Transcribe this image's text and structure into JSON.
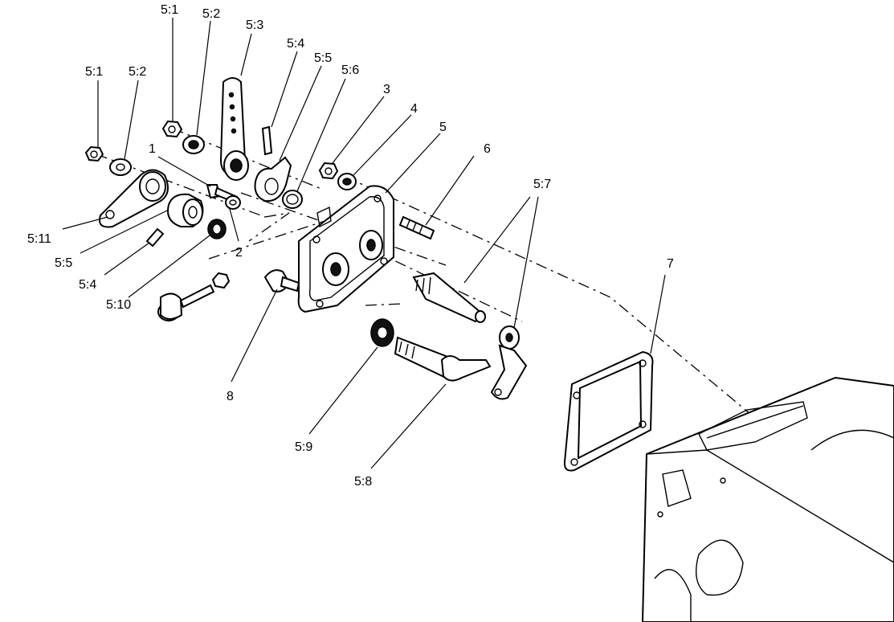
{
  "diagram": {
    "labels": [
      {
        "id": "l-51a",
        "text": "5:1"
      },
      {
        "id": "l-52a",
        "text": "5:2"
      },
      {
        "id": "l-53",
        "text": "5:3"
      },
      {
        "id": "l-54a",
        "text": "5:4"
      },
      {
        "id": "l-55a",
        "text": "5:5"
      },
      {
        "id": "l-56",
        "text": "5:6"
      },
      {
        "id": "l-3",
        "text": "3"
      },
      {
        "id": "l-4",
        "text": "4"
      },
      {
        "id": "l-5",
        "text": "5"
      },
      {
        "id": "l-6",
        "text": "6"
      },
      {
        "id": "l-57",
        "text": "5:7"
      },
      {
        "id": "l-7",
        "text": "7"
      },
      {
        "id": "l-51b",
        "text": "5:1"
      },
      {
        "id": "l-52b",
        "text": "5:2"
      },
      {
        "id": "l-1",
        "text": "1"
      },
      {
        "id": "l-2",
        "text": "2"
      },
      {
        "id": "l-511",
        "text": "5:11"
      },
      {
        "id": "l-55b",
        "text": "5:5"
      },
      {
        "id": "l-54b",
        "text": "5:4"
      },
      {
        "id": "l-510",
        "text": "5:10"
      },
      {
        "id": "l-8",
        "text": "8"
      },
      {
        "id": "l-59",
        "text": "5:9"
      },
      {
        "id": "l-58",
        "text": "5:8"
      }
    ]
  }
}
